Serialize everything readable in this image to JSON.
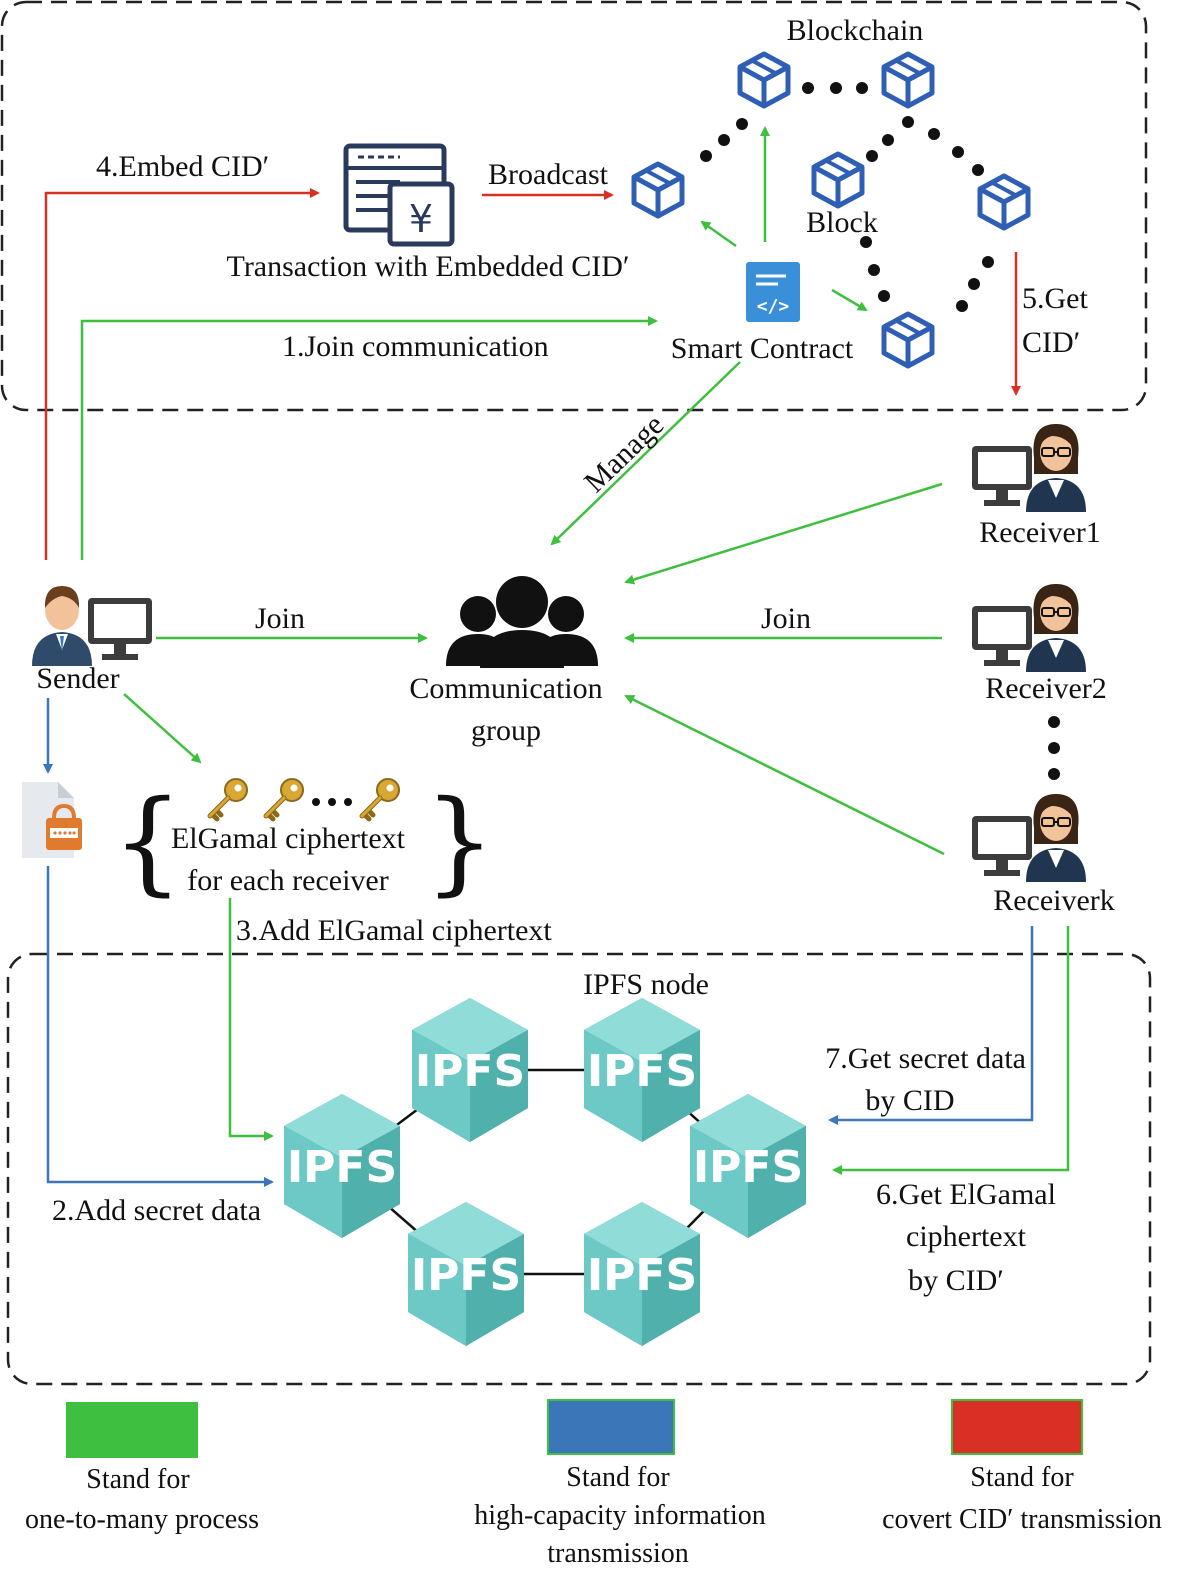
{
  "colors": {
    "one_to_many": "#3fbf3f",
    "high_capacity": "#3a76b8",
    "covert": "#d93025",
    "block_blue": "#2f5fb4",
    "ipfs_teal": "#6cc9c6",
    "icon_dark": "#1a1a1a"
  },
  "titles": {
    "blockchain": "Blockchain",
    "block": "Block",
    "ipfs_node": "IPFS node"
  },
  "nodes": {
    "transaction": "Transaction with Embedded CID′",
    "smart_contract": "Smart Contract",
    "sender": "Sender",
    "receiver1": "Receiver1",
    "receiver2": "Receiver2",
    "receiverk": "Receiverk",
    "group_line1": "Communication",
    "group_line2": "group",
    "cipher_line1": "ElGamal ciphertext",
    "cipher_line2": "for each receiver",
    "ipfs_label": "IPFS"
  },
  "edges": {
    "embed": "4.Embed CID′",
    "broadcast": "Broadcast",
    "join_comm": "1.Join communication",
    "get_cid_line1": "5.Get",
    "get_cid_line2": "CID′",
    "manage": "Manage",
    "join_left": "Join",
    "join_right": "Join",
    "add_elgamal": "3.Add ElGamal ciphertext",
    "add_secret": "2.Add secret data",
    "get_secret_line1": "7.Get secret data",
    "get_secret_line2": "by CID",
    "get_elgamal_line1": "6.Get ElGamal",
    "get_elgamal_line2": "ciphertext",
    "get_elgamal_line3": "by CID′"
  },
  "legend": [
    {
      "color": "#3fbf3f",
      "line1": "Stand for",
      "line2": "one-to-many process",
      "line3": ""
    },
    {
      "color": "#3a76b8",
      "line1": "Stand for",
      "line2": "high-capacity information",
      "line3": "transmission"
    },
    {
      "color": "#d93025",
      "line1": "Stand for",
      "line2": "covert CID′  transmission",
      "line3": ""
    }
  ]
}
